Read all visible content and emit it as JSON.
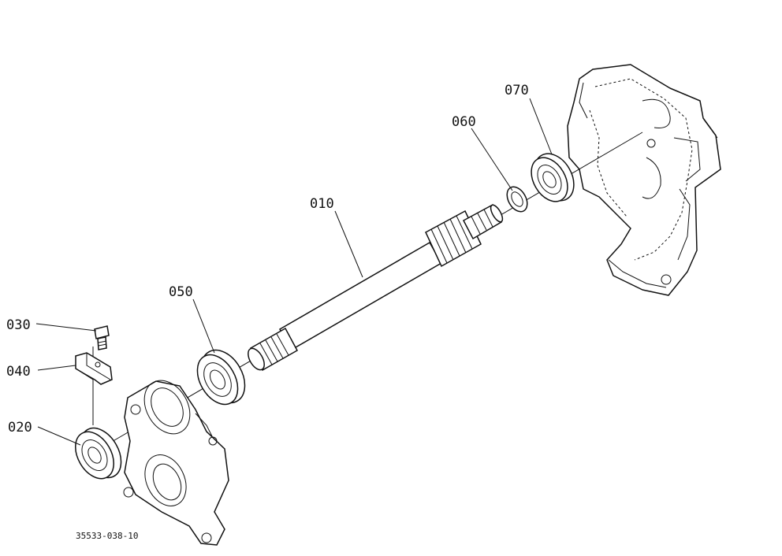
{
  "callouts": [
    {
      "id": "010",
      "label": "010"
    },
    {
      "id": "020",
      "label": "020"
    },
    {
      "id": "030",
      "label": "030"
    },
    {
      "id": "040",
      "label": "040"
    },
    {
      "id": "050",
      "label": "050"
    },
    {
      "id": "060",
      "label": "060"
    },
    {
      "id": "070",
      "label": "070"
    }
  ],
  "reference": "35533-038-10"
}
